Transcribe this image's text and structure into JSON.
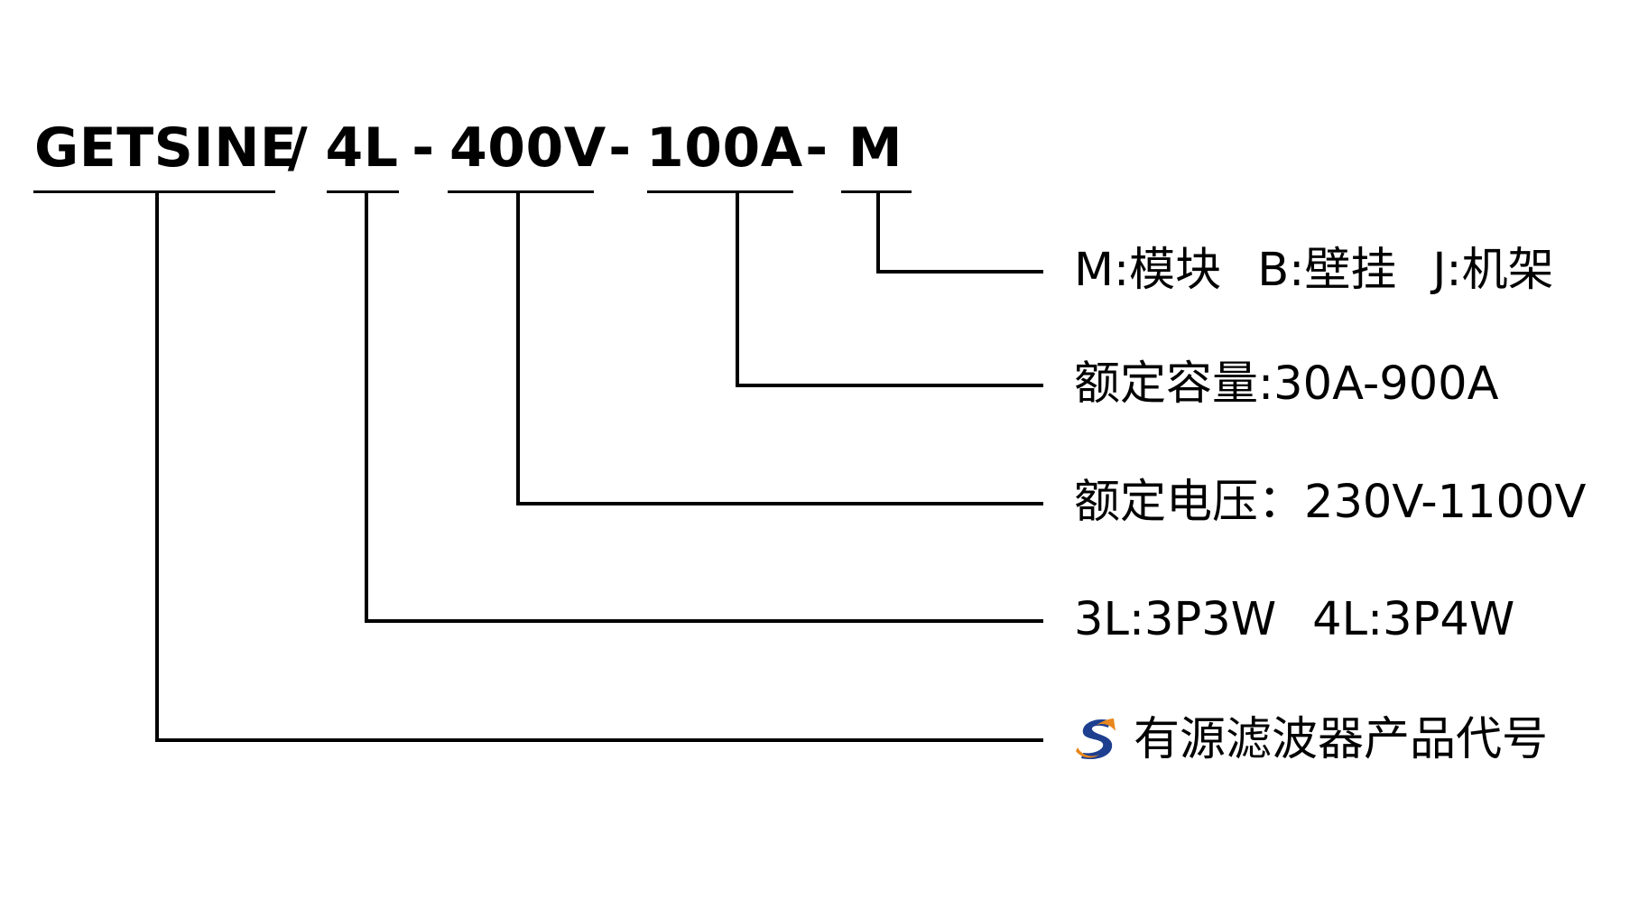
{
  "code": {
    "brand": "GETSINE",
    "slash": "/",
    "lines": "4L",
    "dash1": "-",
    "voltage": "400V",
    "dash2": "-",
    "current": "100A",
    "dash3": "-",
    "mount": "M"
  },
  "descriptions": {
    "mount": {
      "m": "M:模块",
      "b": "B:壁挂",
      "j": "J:机架"
    },
    "current": "额定容量:30A-900A",
    "voltage": "额定电压：230V-1100V",
    "lines": {
      "l3": "3L:3P3W",
      "l4": "4L:3P4W"
    },
    "product": "有源滤波器产品代号"
  },
  "colors": {
    "line": "#000000",
    "text": "#000000",
    "logo_orange": "#e8871e",
    "logo_blue": "#1e3f8f"
  },
  "icons": {
    "logo": "getsine-s-logo-icon"
  }
}
